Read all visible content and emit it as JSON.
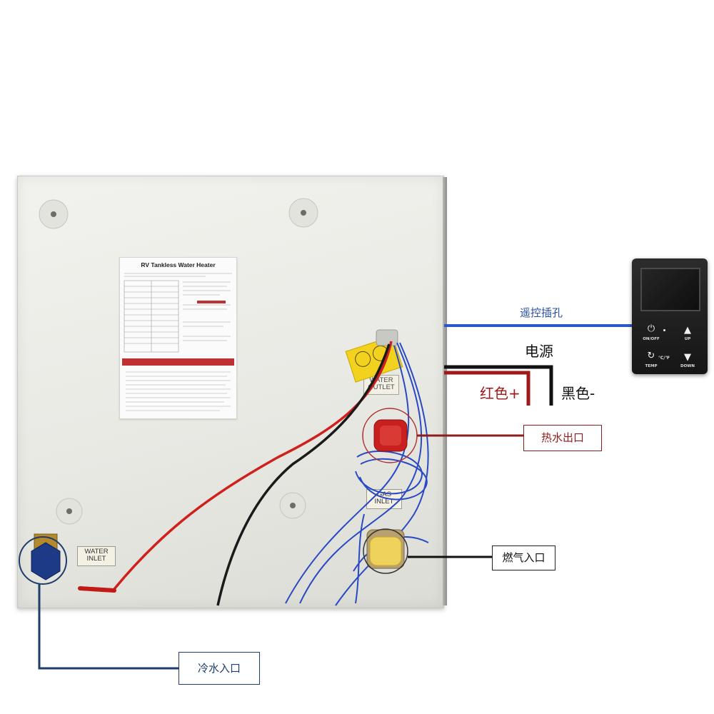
{
  "scene": {
    "background": "#ffffff",
    "heater_color": "#ececea"
  },
  "rating_label": {
    "title": "RV Tankless Water Heater"
  },
  "plates": {
    "water_inlet": [
      "WATER",
      "INLET"
    ],
    "gas_inlet": [
      "GAS",
      "INLET"
    ],
    "water_outlet": [
      "WATER",
      "OUTLET"
    ]
  },
  "remote": {
    "on_off_label": "ON/OFF",
    "up_label": "UP",
    "temp_label": "TEMP",
    "down_label": "DOWN",
    "unit_label": "℃/℉",
    "icons": {
      "power": "power-icon",
      "up": "triangle-up-icon",
      "down": "triangle-down-icon",
      "temp": "temperature-cycle-icon"
    }
  },
  "callouts": {
    "remote_socket": {
      "label": "遥控插孔",
      "color": "#2a4fa6"
    },
    "power": {
      "label": "电源",
      "color": "#111111"
    },
    "red_positive": {
      "label": "红色+",
      "color": "#a01919"
    },
    "black_negative": {
      "label": "黑色-",
      "color": "#111111"
    },
    "hot_water_outlet": {
      "label": "热水出口",
      "color": "#8b1d1d"
    },
    "gas_inlet": {
      "label": "燃气入口",
      "color": "#111111"
    },
    "cold_water_inlet": {
      "label": "冷水入口",
      "color": "#1f3d6b"
    }
  }
}
